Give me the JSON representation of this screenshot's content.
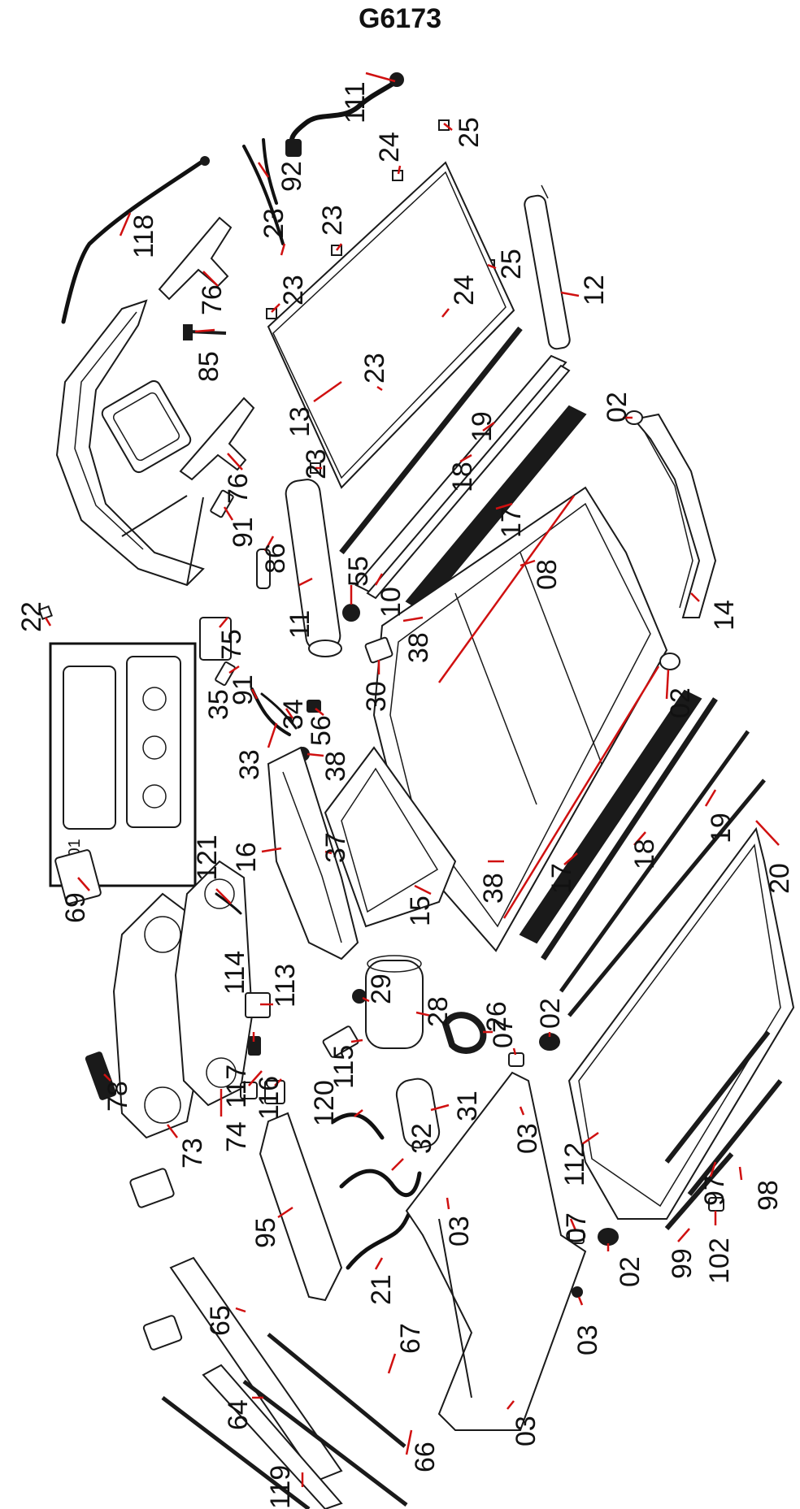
{
  "title": "G6173",
  "inset_label": "G01",
  "colors": {
    "leader": "#d01010",
    "line": "#1a1a1a"
  },
  "callouts": [
    {
      "id": "c111",
      "label": "111"
    },
    {
      "id": "c25a",
      "label": "25"
    },
    {
      "id": "c24a",
      "label": "24"
    },
    {
      "id": "c92",
      "label": "92"
    },
    {
      "id": "c23a",
      "label": "23"
    },
    {
      "id": "c23b",
      "label": "23"
    },
    {
      "id": "c23c",
      "label": "23"
    },
    {
      "id": "c23d",
      "label": "23"
    },
    {
      "id": "c23e",
      "label": "23"
    },
    {
      "id": "c24b",
      "label": "24"
    },
    {
      "id": "c25b",
      "label": "25"
    },
    {
      "id": "c118",
      "label": "118"
    },
    {
      "id": "c12",
      "label": "12"
    },
    {
      "id": "c76a",
      "label": "76"
    },
    {
      "id": "c76b",
      "label": "76"
    },
    {
      "id": "c85",
      "label": "85"
    },
    {
      "id": "c13",
      "label": "13"
    },
    {
      "id": "c19a",
      "label": "19"
    },
    {
      "id": "c18a",
      "label": "18"
    },
    {
      "id": "c02a",
      "label": "02"
    },
    {
      "id": "c91a",
      "label": "91"
    },
    {
      "id": "c86",
      "label": "86"
    },
    {
      "id": "c55",
      "label": "55"
    },
    {
      "id": "c10",
      "label": "10"
    },
    {
      "id": "c17a",
      "label": "17"
    },
    {
      "id": "c08",
      "label": "08"
    },
    {
      "id": "c14",
      "label": "14"
    },
    {
      "id": "c22",
      "label": "22"
    },
    {
      "id": "c75",
      "label": "75"
    },
    {
      "id": "c11",
      "label": "11"
    },
    {
      "id": "c38a",
      "label": "38"
    },
    {
      "id": "c30",
      "label": "30"
    },
    {
      "id": "c02b",
      "label": "02"
    },
    {
      "id": "c35",
      "label": "35"
    },
    {
      "id": "c91b",
      "label": "91"
    },
    {
      "id": "c34",
      "label": "34"
    },
    {
      "id": "c56",
      "label": "56"
    },
    {
      "id": "c33",
      "label": "33"
    },
    {
      "id": "c38b",
      "label": "38"
    },
    {
      "id": "c121",
      "label": "121"
    },
    {
      "id": "c16",
      "label": "16"
    },
    {
      "id": "c37",
      "label": "37"
    },
    {
      "id": "c19b",
      "label": "19"
    },
    {
      "id": "c18b",
      "label": "18"
    },
    {
      "id": "c17b",
      "label": "17"
    },
    {
      "id": "c38c",
      "label": "38"
    },
    {
      "id": "c15",
      "label": "15"
    },
    {
      "id": "c20",
      "label": "20"
    },
    {
      "id": "c69",
      "label": "69"
    },
    {
      "id": "c113",
      "label": "113"
    },
    {
      "id": "c114",
      "label": "114"
    },
    {
      "id": "c29",
      "label": "29"
    },
    {
      "id": "c28",
      "label": "28"
    },
    {
      "id": "c115",
      "label": "115"
    },
    {
      "id": "c26",
      "label": "26"
    },
    {
      "id": "c07a",
      "label": "07"
    },
    {
      "id": "c02c",
      "label": "02"
    },
    {
      "id": "c31",
      "label": "31"
    },
    {
      "id": "c78",
      "label": "78"
    },
    {
      "id": "c117",
      "label": "117"
    },
    {
      "id": "c116",
      "label": "116"
    },
    {
      "id": "c120",
      "label": "120"
    },
    {
      "id": "c32",
      "label": "32"
    },
    {
      "id": "c03a",
      "label": "03"
    },
    {
      "id": "c112",
      "label": "112"
    },
    {
      "id": "c74",
      "label": "74"
    },
    {
      "id": "c73",
      "label": "73"
    },
    {
      "id": "c95",
      "label": "95"
    },
    {
      "id": "c21",
      "label": "21"
    },
    {
      "id": "c03b",
      "label": "03"
    },
    {
      "id": "c97",
      "label": "97"
    },
    {
      "id": "c98",
      "label": "98"
    },
    {
      "id": "c102",
      "label": "102"
    },
    {
      "id": "c07b",
      "label": "07"
    },
    {
      "id": "c02d",
      "label": "02"
    },
    {
      "id": "c99",
      "label": "99"
    },
    {
      "id": "c03c",
      "label": "03"
    },
    {
      "id": "c65",
      "label": "65"
    },
    {
      "id": "c67",
      "label": "67"
    },
    {
      "id": "c64",
      "label": "64"
    },
    {
      "id": "c66",
      "label": "66"
    },
    {
      "id": "c03d",
      "label": "03"
    },
    {
      "id": "c119",
      "label": "119"
    }
  ]
}
